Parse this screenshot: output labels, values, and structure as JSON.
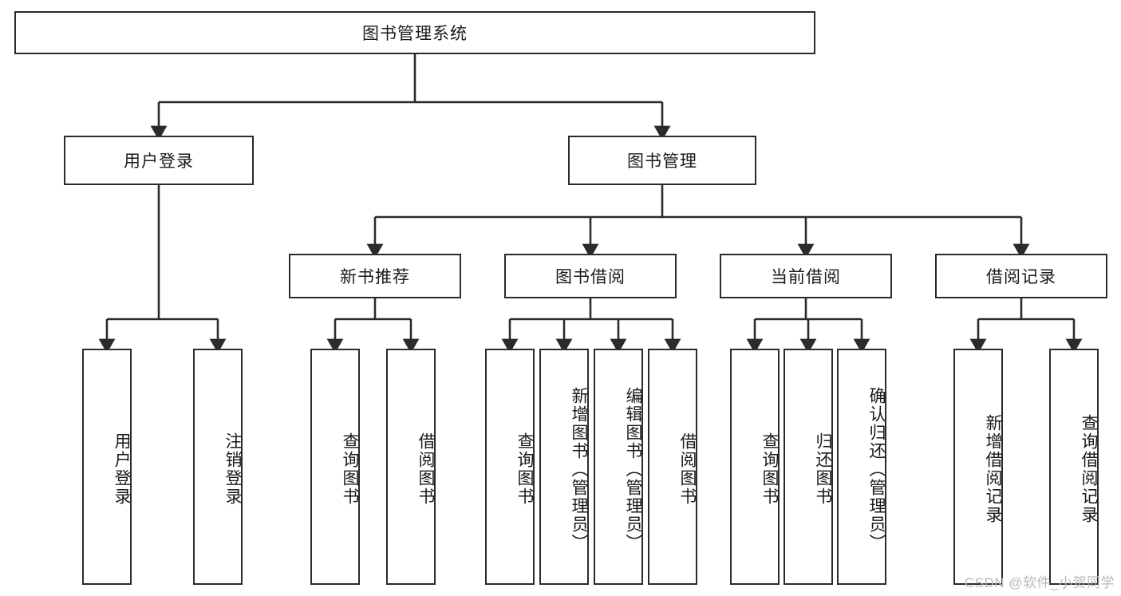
{
  "diagram": {
    "type": "tree-hierarchy",
    "title": "图书管理系统",
    "root": {
      "label": "图书管理系统"
    },
    "level1": [
      {
        "label": "用户登录"
      },
      {
        "label": "图书管理"
      }
    ],
    "level2": [
      {
        "label": "新书推荐",
        "parent": "图书管理"
      },
      {
        "label": "图书借阅",
        "parent": "图书管理"
      },
      {
        "label": "当前借阅",
        "parent": "图书管理"
      },
      {
        "label": "借阅记录",
        "parent": "图书管理"
      }
    ],
    "leaves": [
      {
        "label": "用户登录",
        "parent": "用户登录"
      },
      {
        "label": "注销登录",
        "parent": "用户登录"
      },
      {
        "label": "查询图书",
        "parent": "新书推荐"
      },
      {
        "label": "借阅图书",
        "parent": "新书推荐"
      },
      {
        "label": "查询图书",
        "parent": "图书借阅"
      },
      {
        "label": "新增图书（管理员）",
        "parent": "图书借阅"
      },
      {
        "label": "编辑图书（管理员）",
        "parent": "图书借阅"
      },
      {
        "label": "借阅图书",
        "parent": "图书借阅"
      },
      {
        "label": "查询图书",
        "parent": "当前借阅"
      },
      {
        "label": "归还图书",
        "parent": "当前借阅"
      },
      {
        "label": "确认归还（管理员）",
        "parent": "当前借阅"
      },
      {
        "label": "新增借阅记录",
        "parent": "借阅记录"
      },
      {
        "label": "查询借阅记录",
        "parent": "借阅记录"
      }
    ]
  },
  "watermark": {
    "text": "CSDN @软件_小贺同学"
  },
  "colors": {
    "stroke": "#2b2b2b",
    "fill": "#ffffff",
    "text": "#1a1a1a",
    "watermark": "#b9b9b9"
  }
}
